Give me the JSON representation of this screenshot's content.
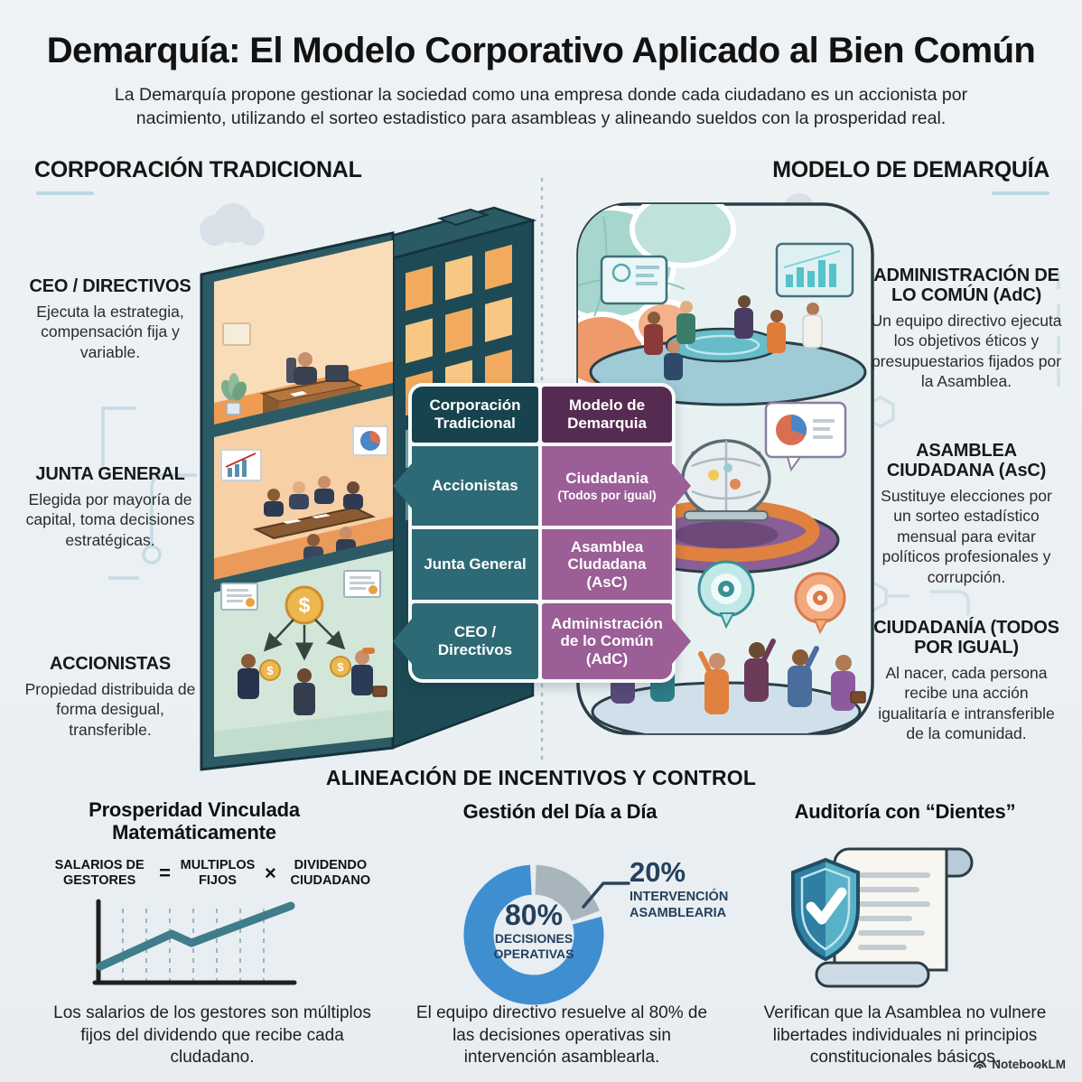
{
  "page": {
    "title": "Demarquía: El Modelo Corporativo Aplicado al Bien Común",
    "subtitle": "La Demarquía propone gestionar la sociedad como una empresa donde cada ciudadano es un accionista por nacimiento, utilizando el sorteo estadistico para asambleas y alineando sueldos con la prosperidad real.",
    "watermark": "NotebookLM"
  },
  "left_section": {
    "header": "CORPORACIÓN TRADICIONAL",
    "labels": [
      {
        "title": "CEO / DIRECTIVOS",
        "body": "Ejecuta la estrategia, compensación fija y variable."
      },
      {
        "title": "JUNTA GENERAL",
        "body": "Elegida por mayoría de capital, toma decisiones estratégicas."
      },
      {
        "title": "ACCIONISTAS",
        "body": "Propiedad distribuida de forma desigual, transferible."
      }
    ]
  },
  "right_section": {
    "header": "MODELO DE DEMARQUÍA",
    "labels": [
      {
        "title": "ADMINISTRACIÓN DE LO COMÚN (AdC)",
        "body": "Un equipo directivo ejecuta los objetivos éticos y presupuestarios fijados por la Asamblea."
      },
      {
        "title": "ASAMBLEA CIUDADANA (AsC)",
        "body": "Sustituye elecciones por un sorteo estadístico mensual para evitar políticos profesionales y corrupción."
      },
      {
        "title": "CIUDADANÍA (TODOS POR IGUAL)",
        "body": "Al nacer, cada persona recibe una acción igualitaría e intransferible de la comunidad."
      }
    ]
  },
  "comparison_table": {
    "col1_header": "Corporación Tradicional",
    "col2_header": "Modelo de Demarquia",
    "rows": [
      {
        "left": "Accionistas",
        "right": "Ciudadania",
        "right_sub": "(Todos por igual)"
      },
      {
        "left": "Junta General",
        "right": "Asamblea Cludadana (AsC)"
      },
      {
        "left": "CEO / Directivos",
        "right": "Administración de lo Común (AdC)"
      }
    ]
  },
  "bottom_section": {
    "header": "ALINEACIÓN DE INCENTIVOS Y CONTROL",
    "panel1": {
      "title": "Prosperidad Vinculada Matemáticamente",
      "formula": {
        "a": "SALARIOS DE GESTORES",
        "eq": "=",
        "b": "MULTIPLOS FIJOS",
        "times": "×",
        "c": "DIVIDENDO CIUDADANO"
      },
      "caption": "Los salarios de los gestores son múltiplos fijos del dividendo que recibe cada cludadano."
    },
    "panel2": {
      "title": "Gestión del Día a Día",
      "donut_center_value": "80%",
      "donut_center_label": "DECISIONES OPERATIVAS",
      "callout_value": "20%",
      "callout_label": "INTERVENCIÓN ASAMBLEARIA",
      "caption": "El equipo directivo resuelve al 80% de las decisiones operativas sin intervención asamblearla."
    },
    "panel3": {
      "title": "Auditoría con “Dientes”",
      "caption": "Verifican que la Asamblea no vulnere libertades individuales ni principios constitucionales básicos."
    }
  },
  "icons": {
    "dollar": "$"
  },
  "colors": {
    "background": "#edf1f4",
    "teal_dark": "#16434d",
    "teal_cell": "#2d6a75",
    "purple_dark": "#562b52",
    "purple_cell": "#9b5e96",
    "donut_blue": "#3f8ed0",
    "donut_gray": "#a9b5bd",
    "navy_text": "#24405c",
    "chart_line_teal": "#3f7d8a",
    "underline_blue": "#bcd7e2",
    "orange_accent": "#e0813f"
  },
  "chart_data": [
    {
      "type": "pie",
      "title": "Gestión del Día a Día",
      "labels": [
        "DECISIONES OPERATIVAS",
        "INTERVENCIÓN ASAMBLEARIA"
      ],
      "values": [
        80,
        20
      ],
      "colors": [
        "#3f8ed0",
        "#a9b5bd"
      ],
      "donut": true,
      "annotations": [
        "80% center label",
        "20% external callout at upper right"
      ]
    },
    {
      "type": "line",
      "title": "Prosperidad Vinculada Matemáticamente",
      "x": [
        0,
        38,
        48,
        100
      ],
      "y": [
        18,
        55,
        45,
        92
      ],
      "xlabel": "",
      "ylabel": "",
      "grid": "dashed-vertical",
      "line_color": "#3f7d8a",
      "note": "Rising trend line with a small mid dip; axes unlabeled"
    }
  ]
}
